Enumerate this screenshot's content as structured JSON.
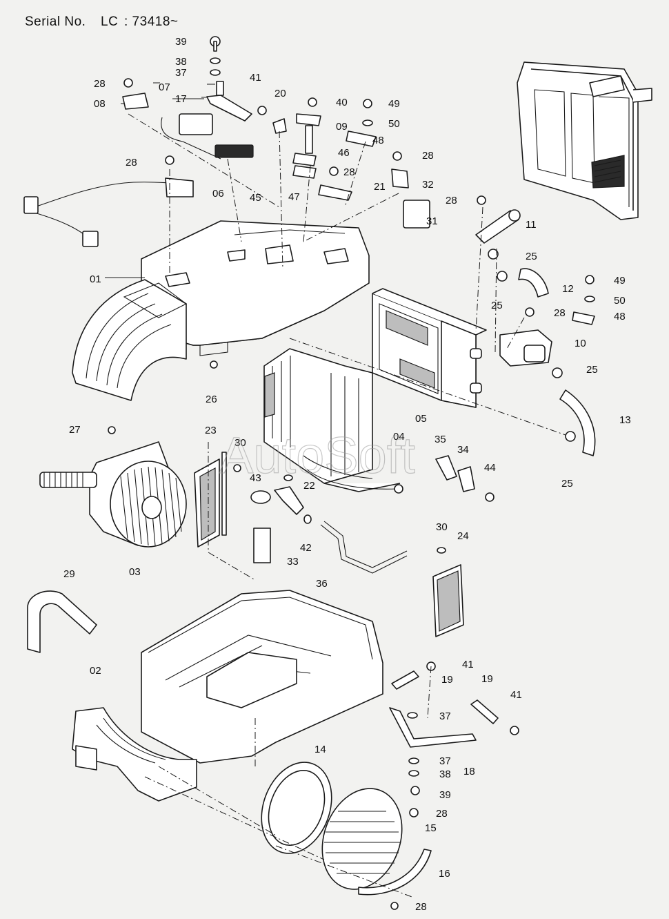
{
  "header": {
    "serial_label": "Serial No.",
    "serial_model": "LC",
    "serial_range": ": 73418~"
  },
  "watermark": "AutoSoft",
  "callouts": {
    "c39a": "39",
    "c38a": "38",
    "c37a": "37",
    "c28a": "28",
    "c07": "07",
    "c17": "17",
    "c08": "08",
    "c41a": "41",
    "c20": "20",
    "c40": "40",
    "c49a": "49",
    "c50a": "50",
    "c09": "09",
    "c48a": "48",
    "c46": "46",
    "c28b": "28",
    "c28c": "28",
    "c06": "06",
    "c45": "45",
    "c47": "47",
    "c28d": "28",
    "c21": "21",
    "c32": "32",
    "c28e": "28",
    "c31": "31",
    "c11": "11",
    "c25a": "25",
    "c01": "01",
    "c25b": "25",
    "c12": "12",
    "c49b": "49",
    "c50b": "50",
    "c28f": "28",
    "c48b": "48",
    "c10": "10",
    "c25c": "25",
    "c26": "26",
    "c05": "05",
    "c13": "13",
    "c04": "04",
    "c27": "27",
    "c23": "23",
    "c30a": "30",
    "c35": "35",
    "c34": "34",
    "c44": "44",
    "c25d": "25",
    "c43": "43",
    "c22": "22",
    "c42": "42",
    "c03": "03",
    "c33": "33",
    "c36": "36",
    "c30b": "30",
    "c24": "24",
    "c29": "29",
    "c02": "02",
    "c41b": "41",
    "c19a": "19",
    "c19b": "19",
    "c41c": "41",
    "c37b": "37",
    "c18": "18",
    "c37c": "37",
    "c38b": "38",
    "c39b": "39",
    "c14": "14",
    "c28g": "28",
    "c15": "15",
    "c16": "16",
    "c28h": "28"
  },
  "colors": {
    "background": "#f2f2f0",
    "ink": "#1a1a1a",
    "watermark": "#9a9a9a"
  }
}
